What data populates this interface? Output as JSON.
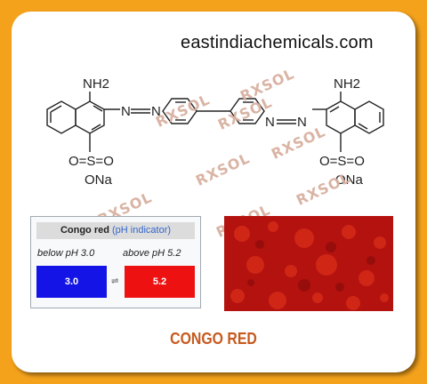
{
  "site": "eastindiachemicals.com",
  "structure_labels": {
    "nh2": "NH2",
    "so3": "O=S=O",
    "ona": "ONa",
    "azo_n": "N"
  },
  "watermark": "RXSOL",
  "indicator": {
    "title_bold": "Congo red",
    "title_link": "(pH indicator)",
    "below_label": "below pH 3.0",
    "above_label": "above pH 5.2",
    "low_value": "3.0",
    "high_value": "5.2",
    "low_color": "#1414e6",
    "high_color": "#ee1111",
    "arrow": "⇌"
  },
  "caption": "CONGO RED",
  "colors": {
    "border": "#f4a21b",
    "caption": "#c65a1e",
    "powder": "#b3120f"
  }
}
